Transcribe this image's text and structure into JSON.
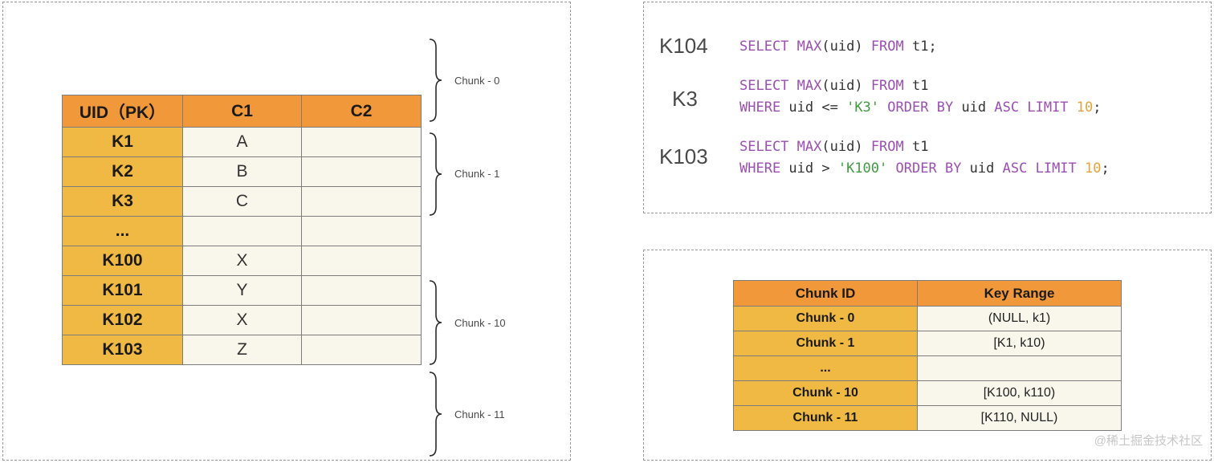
{
  "data_table": {
    "headers": [
      "UID（PK）",
      "C1",
      "C2"
    ],
    "rows": [
      {
        "uid": "K1",
        "c1": "A",
        "c2": ""
      },
      {
        "uid": "K2",
        "c1": "B",
        "c2": ""
      },
      {
        "uid": "K3",
        "c1": "C",
        "c2": ""
      },
      {
        "uid": "...",
        "c1": "",
        "c2": ""
      },
      {
        "uid": "K100",
        "c1": "X",
        "c2": ""
      },
      {
        "uid": "K101",
        "c1": "Y",
        "c2": ""
      },
      {
        "uid": "K102",
        "c1": "X",
        "c2": ""
      },
      {
        "uid": "K103",
        "c1": "Z",
        "c2": ""
      }
    ]
  },
  "chunk_labels": [
    "Chunk - 0",
    "Chunk - 1",
    "Chunk - 10",
    "Chunk - 11"
  ],
  "queries": [
    {
      "key": "K104",
      "line1": "SELECT MAX(uid) FROM t1;",
      "line2": ""
    },
    {
      "key": "K3",
      "line1": "SELECT MAX(uid) FROM t1",
      "line2": "WHERE uid <= 'K3' ORDER BY uid ASC LIMIT 10;"
    },
    {
      "key": "K103",
      "line1": "SELECT MAX(uid) FROM t1",
      "line2": "WHERE uid > 'K100' ORDER BY uid ASC LIMIT 10;"
    }
  ],
  "chunk_table": {
    "headers": [
      "Chunk ID",
      "Key Range"
    ],
    "rows": [
      {
        "id": "Chunk - 0",
        "range": "(NULL, k1)"
      },
      {
        "id": "Chunk - 1",
        "range": "[K1, k10)"
      },
      {
        "id": "...",
        "range": ""
      },
      {
        "id": "Chunk - 10",
        "range": "[K100, k110)"
      },
      {
        "id": "Chunk - 11",
        "range": "[K110, NULL)"
      }
    ]
  },
  "watermark": "@稀土掘金技术社区",
  "colors": {
    "header": "#f0983a",
    "key_cell": "#f0b943",
    "cell": "#f9f7ec",
    "keyword": "#9b4fb3",
    "string": "#3f9b3f",
    "number": "#e6a23c"
  }
}
